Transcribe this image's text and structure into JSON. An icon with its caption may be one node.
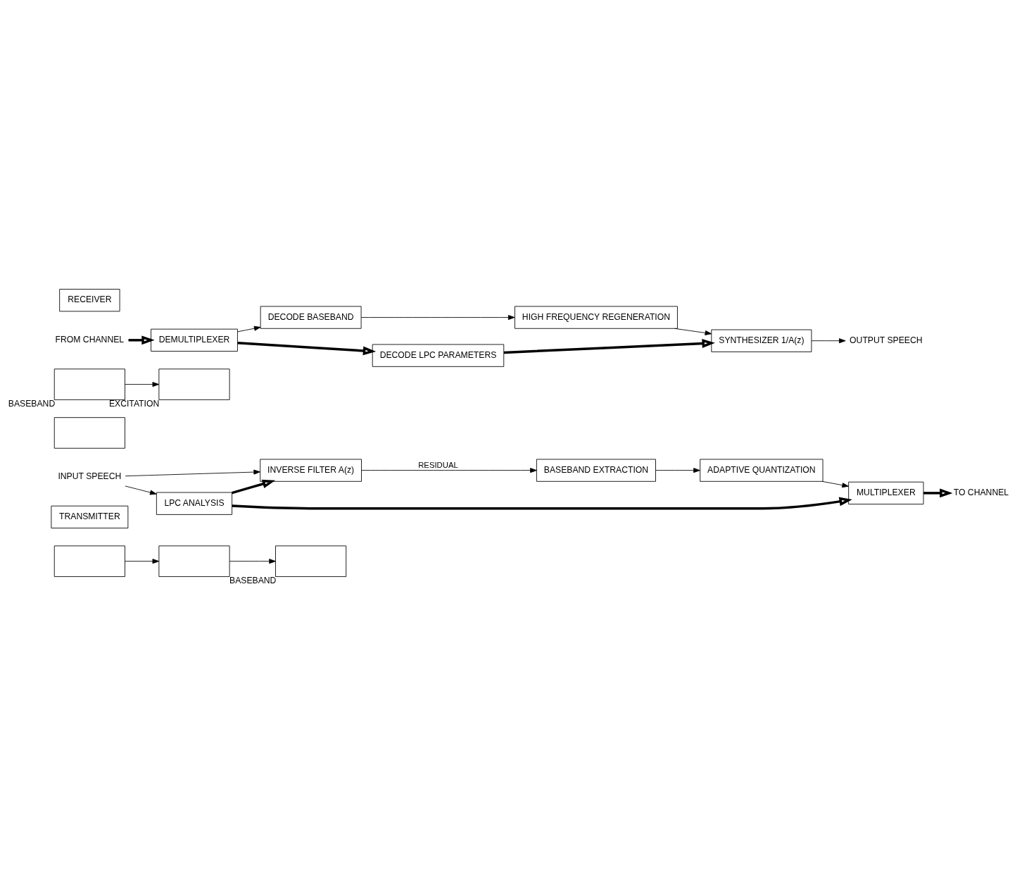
{
  "diagram": {
    "nodes": [
      {
        "text": [],
        "shape": "box"
      },
      {
        "text": [],
        "shape": "box"
      },
      {
        "text": [],
        "shape": "box",
        "beside": [
          "BASEBAND"
        ]
      },
      {
        "text": [
          "TRANSMITTER"
        ]
      },
      {
        "text": [
          "INPUT SPEECH"
        ]
      },
      {
        "text": [
          "INVERSE FILTER A(z)"
        ]
      },
      {
        "text": [
          "BASEBAND EXTRACTION"
        ]
      },
      {
        "text": [
          "ADAPTIVE QUANTIZATION"
        ]
      },
      {
        "text": [
          "MULTIPLEXER"
        ]
      },
      {
        "text": [
          "TO CHANNEL"
        ]
      },
      {
        "text": [
          "LPC ANALYSIS"
        ]
      },
      {
        "text": [],
        "shape": "box"
      },
      {
        "text": [],
        "shape": "box",
        "beside": [
          "BASEBAND"
        ]
      },
      {
        "text": [],
        "shape": "box",
        "beside": [
          "EXCITATION"
        ]
      },
      {
        "text": [
          "DEMULTIPLEXER"
        ]
      },
      {
        "text": [
          "DECODE BASEBAND"
        ]
      },
      {
        "text": [
          "HIGH FREQUENCY REGENERATION"
        ]
      },
      {
        "text": [
          "SYNTHESIZER 1/A(z)"
        ]
      },
      {
        "text": [
          "FROM CHANNEL"
        ]
      },
      {
        "text": [
          "OUTPUT SPEECH"
        ]
      },
      {
        "text": [
          "DECODE LPC PARAMETERS"
        ]
      },
      {
        "text": [
          "RECEIVER"
        ]
      }
    ],
    "edges": [
      {
        "from": 0,
        "to": 1,
        "arrow": "to"
      },
      {
        "from": 1,
        "to": 2,
        "arrow": "to"
      },
      {
        "from": 4,
        "to": 5,
        "arrow": "to"
      },
      {
        "from": 4,
        "to": 10,
        "arrow": "to"
      },
      {
        "from": 10,
        "to": 5,
        "arrow": "to",
        "style": "thick"
      },
      {
        "from": 5,
        "to": 6,
        "arrow": "to",
        "label": "RESIDUAL"
      },
      {
        "from": 6,
        "to": 7,
        "arrow": "to"
      },
      {
        "from": 7,
        "to": 8,
        "arrow": "to"
      },
      {
        "from": 10,
        "to": 8,
        "arrow": "to",
        "style": "thick"
      },
      {
        "from": 8,
        "to": 9,
        "arrow": "to",
        "style": "thick"
      },
      {
        "from": 12,
        "to": 13,
        "arrow": "to"
      },
      {
        "from": 18,
        "to": 14,
        "arrow": "to",
        "style": "thick"
      },
      {
        "from": 14,
        "to": 15,
        "arrow": "to"
      },
      {
        "from": 14,
        "to": 20,
        "arrow": "to",
        "style": "thick"
      },
      {
        "from": 15,
        "to": 16,
        "arrow": "to"
      },
      {
        "from": 16,
        "to": 17,
        "arrow": "to"
      },
      {
        "from": 20,
        "to": 17,
        "arrow": "to",
        "style": "thick"
      },
      {
        "from": 17,
        "to": 19,
        "arrow": "to"
      }
    ]
  }
}
